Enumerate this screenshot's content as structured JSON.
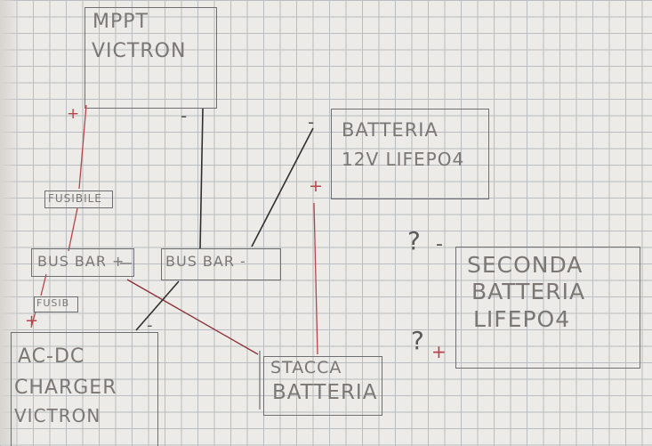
{
  "diagram": {
    "mppt": {
      "line1": "MPPT",
      "line2": "VICTRON"
    },
    "battery": {
      "line1": "BATTERIA",
      "line2": "12V LIFEPO4"
    },
    "second_battery": {
      "line1": "SECONDA",
      "line2": "BATTERIA",
      "line3": "LIFEPO4"
    },
    "busbar_pos": {
      "label": "BUS BAR +"
    },
    "busbar_neg": {
      "label": "BUS BAR -"
    },
    "charger": {
      "line1": "AC-DC",
      "line2": "CHARGER",
      "line3": "VICTRON"
    },
    "switch": {
      "line1": "STACCA",
      "line2": "BATTERIA"
    },
    "fuse_top": {
      "label": "FUSIBILE"
    },
    "fuse_bottom": {
      "label": "FUSIB"
    },
    "signs": {
      "plus": "+",
      "minus": "-",
      "question": "?"
    },
    "colors": {
      "paper": "#ecebe8",
      "grid": "#b9bcc0",
      "pencil": "#5a5a5a",
      "red_wire": "#b8434a"
    }
  }
}
